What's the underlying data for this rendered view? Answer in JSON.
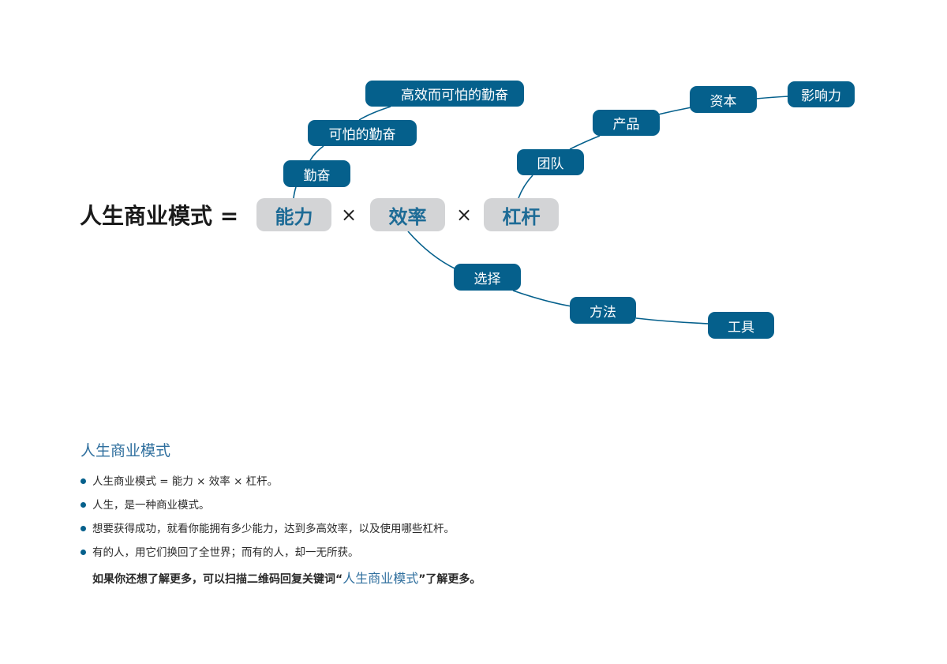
{
  "formula": {
    "title": "人生商业模式 =",
    "factors": [
      "能力",
      "效率",
      "杠杆"
    ],
    "operator": "×"
  },
  "branches": {
    "ability": [
      "勤奋",
      "可怕的勤奋",
      "高效而可怕的勤奋"
    ],
    "efficiency": [
      "选择",
      "方法",
      "工具"
    ],
    "leverage": [
      "团队",
      "产品",
      "资本",
      "影响力"
    ]
  },
  "colors": {
    "node_fill": "#05608c",
    "factor_fill": "#d3d4d6",
    "factor_text": "#1d6b96",
    "accent_text": "#2f6f9e"
  },
  "section": {
    "title": "人生商业模式",
    "bullets": [
      "人生商业模式 = 能力 × 效率 × 杠杆。",
      "人生，是一种商业模式。",
      "想要获得成功，就看你能拥有多少能力，达到多高效率，以及使用哪些杠杆。",
      "有的人，用它们换回了全世界；而有的人，却一无所获。"
    ],
    "note_prefix": "如果你还想了解更多，可以扫描二维码回复关键词“",
    "note_keyword": "人生商业模式",
    "note_suffix": "”了解更多。"
  }
}
